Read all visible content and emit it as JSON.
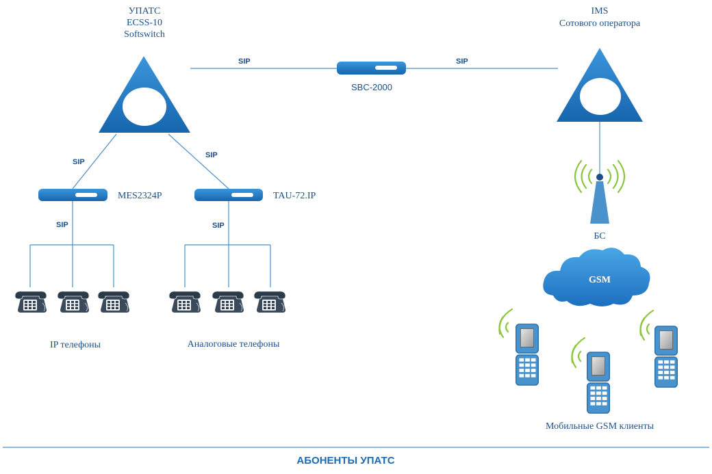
{
  "softswitch": {
    "line1": "УПАТС",
    "line2": "ECSS-10",
    "line3": "Softswitch"
  },
  "ims": {
    "line1": "IMS",
    "line2": "Сотового оператора"
  },
  "sbc": {
    "label": "SBC-2000"
  },
  "mes": {
    "label": "MES2324P"
  },
  "tau": {
    "label": "TAU-72.IP"
  },
  "sip_label": "SIP",
  "base_station": {
    "label": "БС"
  },
  "gsm_cloud": {
    "label": "GSM"
  },
  "ip_phones": {
    "label": "IP телефоны"
  },
  "analog_phones": {
    "label": "Аналоговые телефоны"
  },
  "mobile_clients": {
    "label": "Мобильные GSM клиенты"
  },
  "footer": {
    "label": "АБОНЕНТЫ УПАТС"
  },
  "colors": {
    "primary": "#1e78c2",
    "wire": "#4a8fc8",
    "signal": "#8cc63f",
    "text": "#1a4f8a"
  },
  "icons": [
    "triangle-node-icon",
    "switch-device-icon",
    "desk-phone-icon",
    "antenna-icon",
    "cloud-icon",
    "mobile-phone-icon",
    "signal-waves-icon"
  ]
}
